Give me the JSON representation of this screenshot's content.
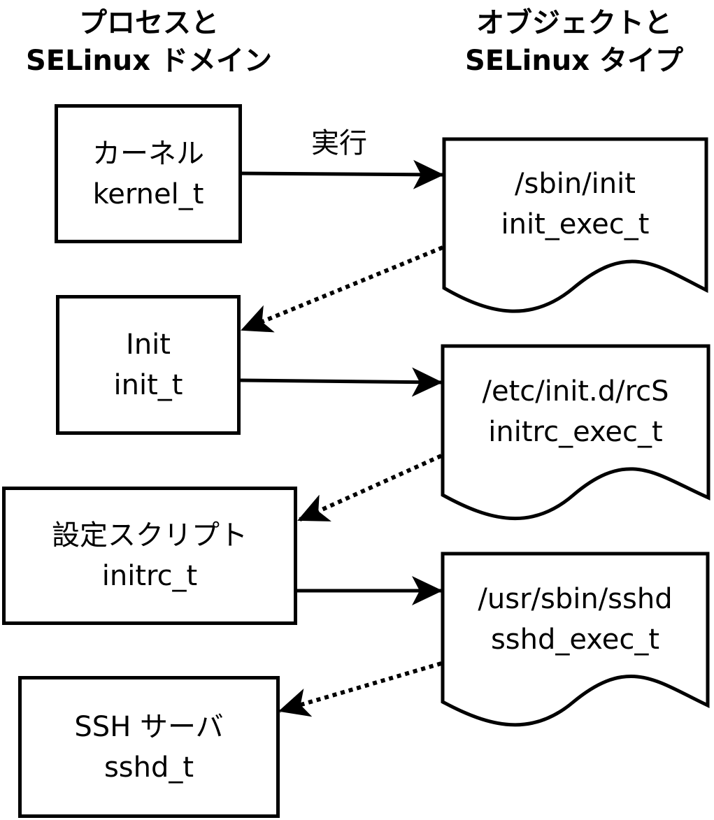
{
  "headings": {
    "processes": {
      "line1": "プロセスと",
      "line2": "SELinux ドメイン"
    },
    "objects": {
      "line1": "オブジェクトと",
      "line2": "SELinux タイプ"
    }
  },
  "process_boxes": {
    "kernel": {
      "name": "カーネル",
      "type": "kernel_t"
    },
    "init": {
      "name": "Init",
      "type": "init_t"
    },
    "script": {
      "name": "設定スクリプト",
      "type": "initrc_t"
    },
    "sshd": {
      "name": "SSH サーバ",
      "type": "sshd_t"
    }
  },
  "file_documents": {
    "init_exec": {
      "path": "/sbin/init",
      "type": "init_exec_t"
    },
    "rcs_exec": {
      "path": "/etc/init.d/rcS",
      "type": "initrc_exec_t"
    },
    "sshd_exec": {
      "path": "/usr/sbin/sshd",
      "type": "sshd_exec_t"
    }
  },
  "edge_labels": {
    "execute": "実行"
  },
  "colors": {
    "stroke": "#000000",
    "background": "#ffffff"
  }
}
